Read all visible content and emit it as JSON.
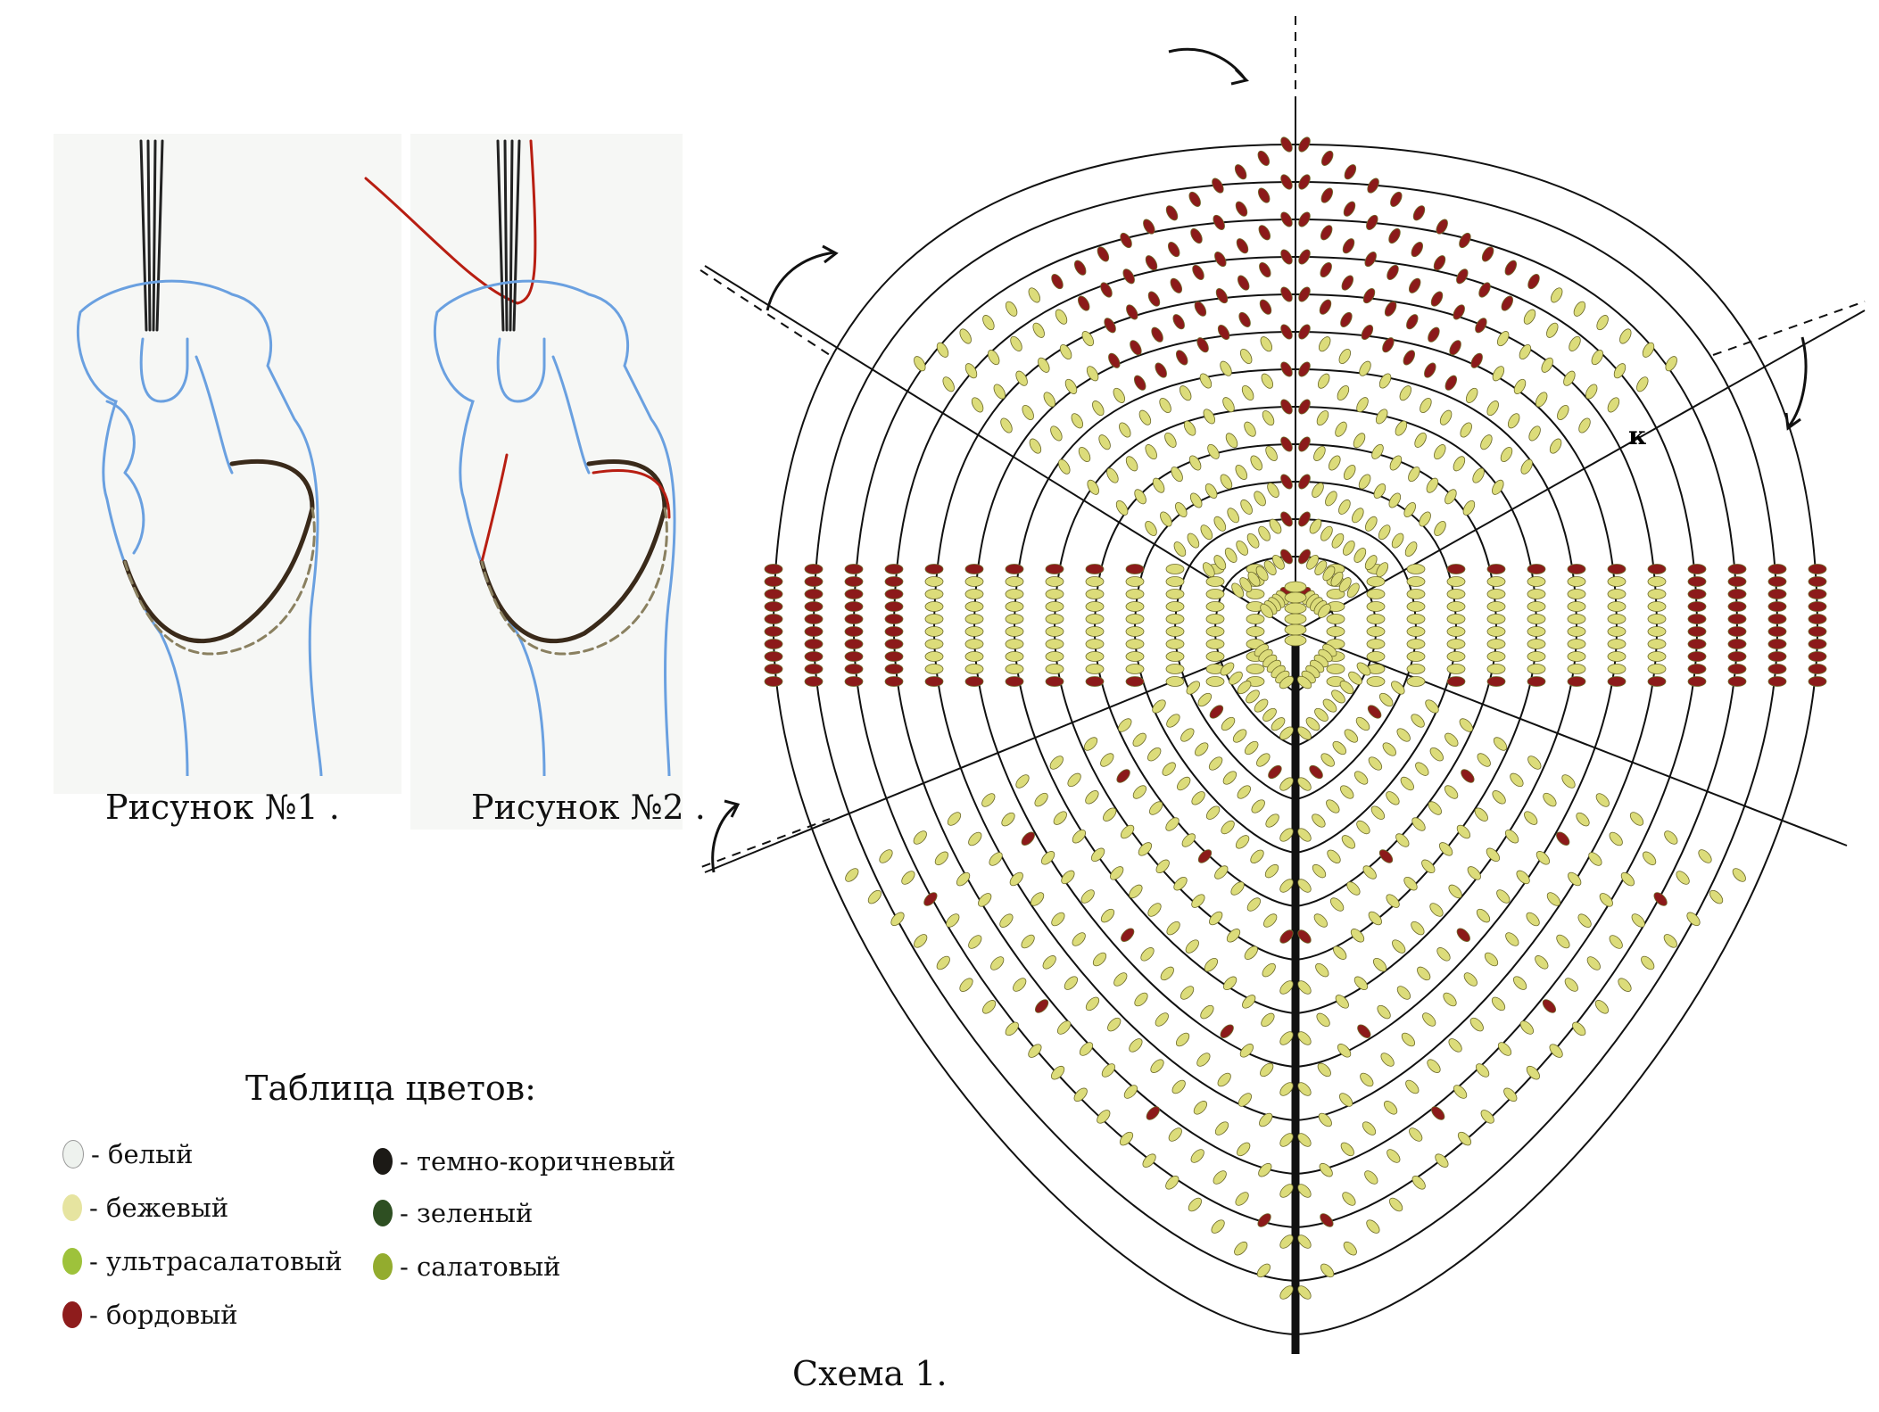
{
  "figure1": {
    "caption": "Рисунок №1 ."
  },
  "figure2": {
    "caption": "Рисунок №2 ."
  },
  "scheme": {
    "caption": "Схема 1.",
    "marker_label": "к"
  },
  "legend": {
    "title": "Таблица цветов:",
    "items": [
      {
        "label": "- белый",
        "color": "#eef2ee"
      },
      {
        "label": "- бежевый",
        "color": "#e6e4a0"
      },
      {
        "label": "- ультрасалатовый",
        "color": "#9ec23b"
      },
      {
        "label": "- бордовый",
        "color": "#8e1c1c"
      },
      {
        "label": "- темно-коричневый",
        "color": "#1c1a16"
      },
      {
        "label": "- зеленый",
        "color": "#2e4f22"
      },
      {
        "label": "- салатовый",
        "color": "#93ac2e"
      }
    ]
  },
  "colors": {
    "bead_beige": "#dcdc7a",
    "bead_bordo": "#8c1a1a",
    "wire": "#111111",
    "hand_outline": "#6aa0e0"
  }
}
